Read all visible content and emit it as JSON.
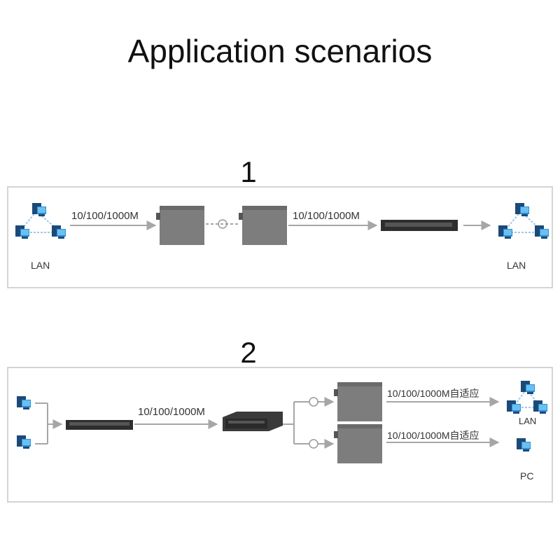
{
  "title": "Application scenarios",
  "scenario1": {
    "number": "1",
    "link_label_a": "10/100/1000M",
    "link_label_b": "10/100/1000M",
    "left_label": "LAN",
    "right_label": "LAN"
  },
  "scenario2": {
    "number": "2",
    "link_label_main": "10/100/1000M",
    "link_label_top": "10/100/1000M自适应",
    "link_label_bottom": "10/100/1000M自适应",
    "top_label": "LAN",
    "bottom_label": "PC"
  },
  "colors": {
    "pc_blue": "#2a8fd8",
    "pc_dark": "#1c4a78",
    "converter_gray": "#808080",
    "switch_dark": "#2e2e2e",
    "arrow_gray": "#a6a6a6",
    "panel_border": "#d4d4d4"
  }
}
